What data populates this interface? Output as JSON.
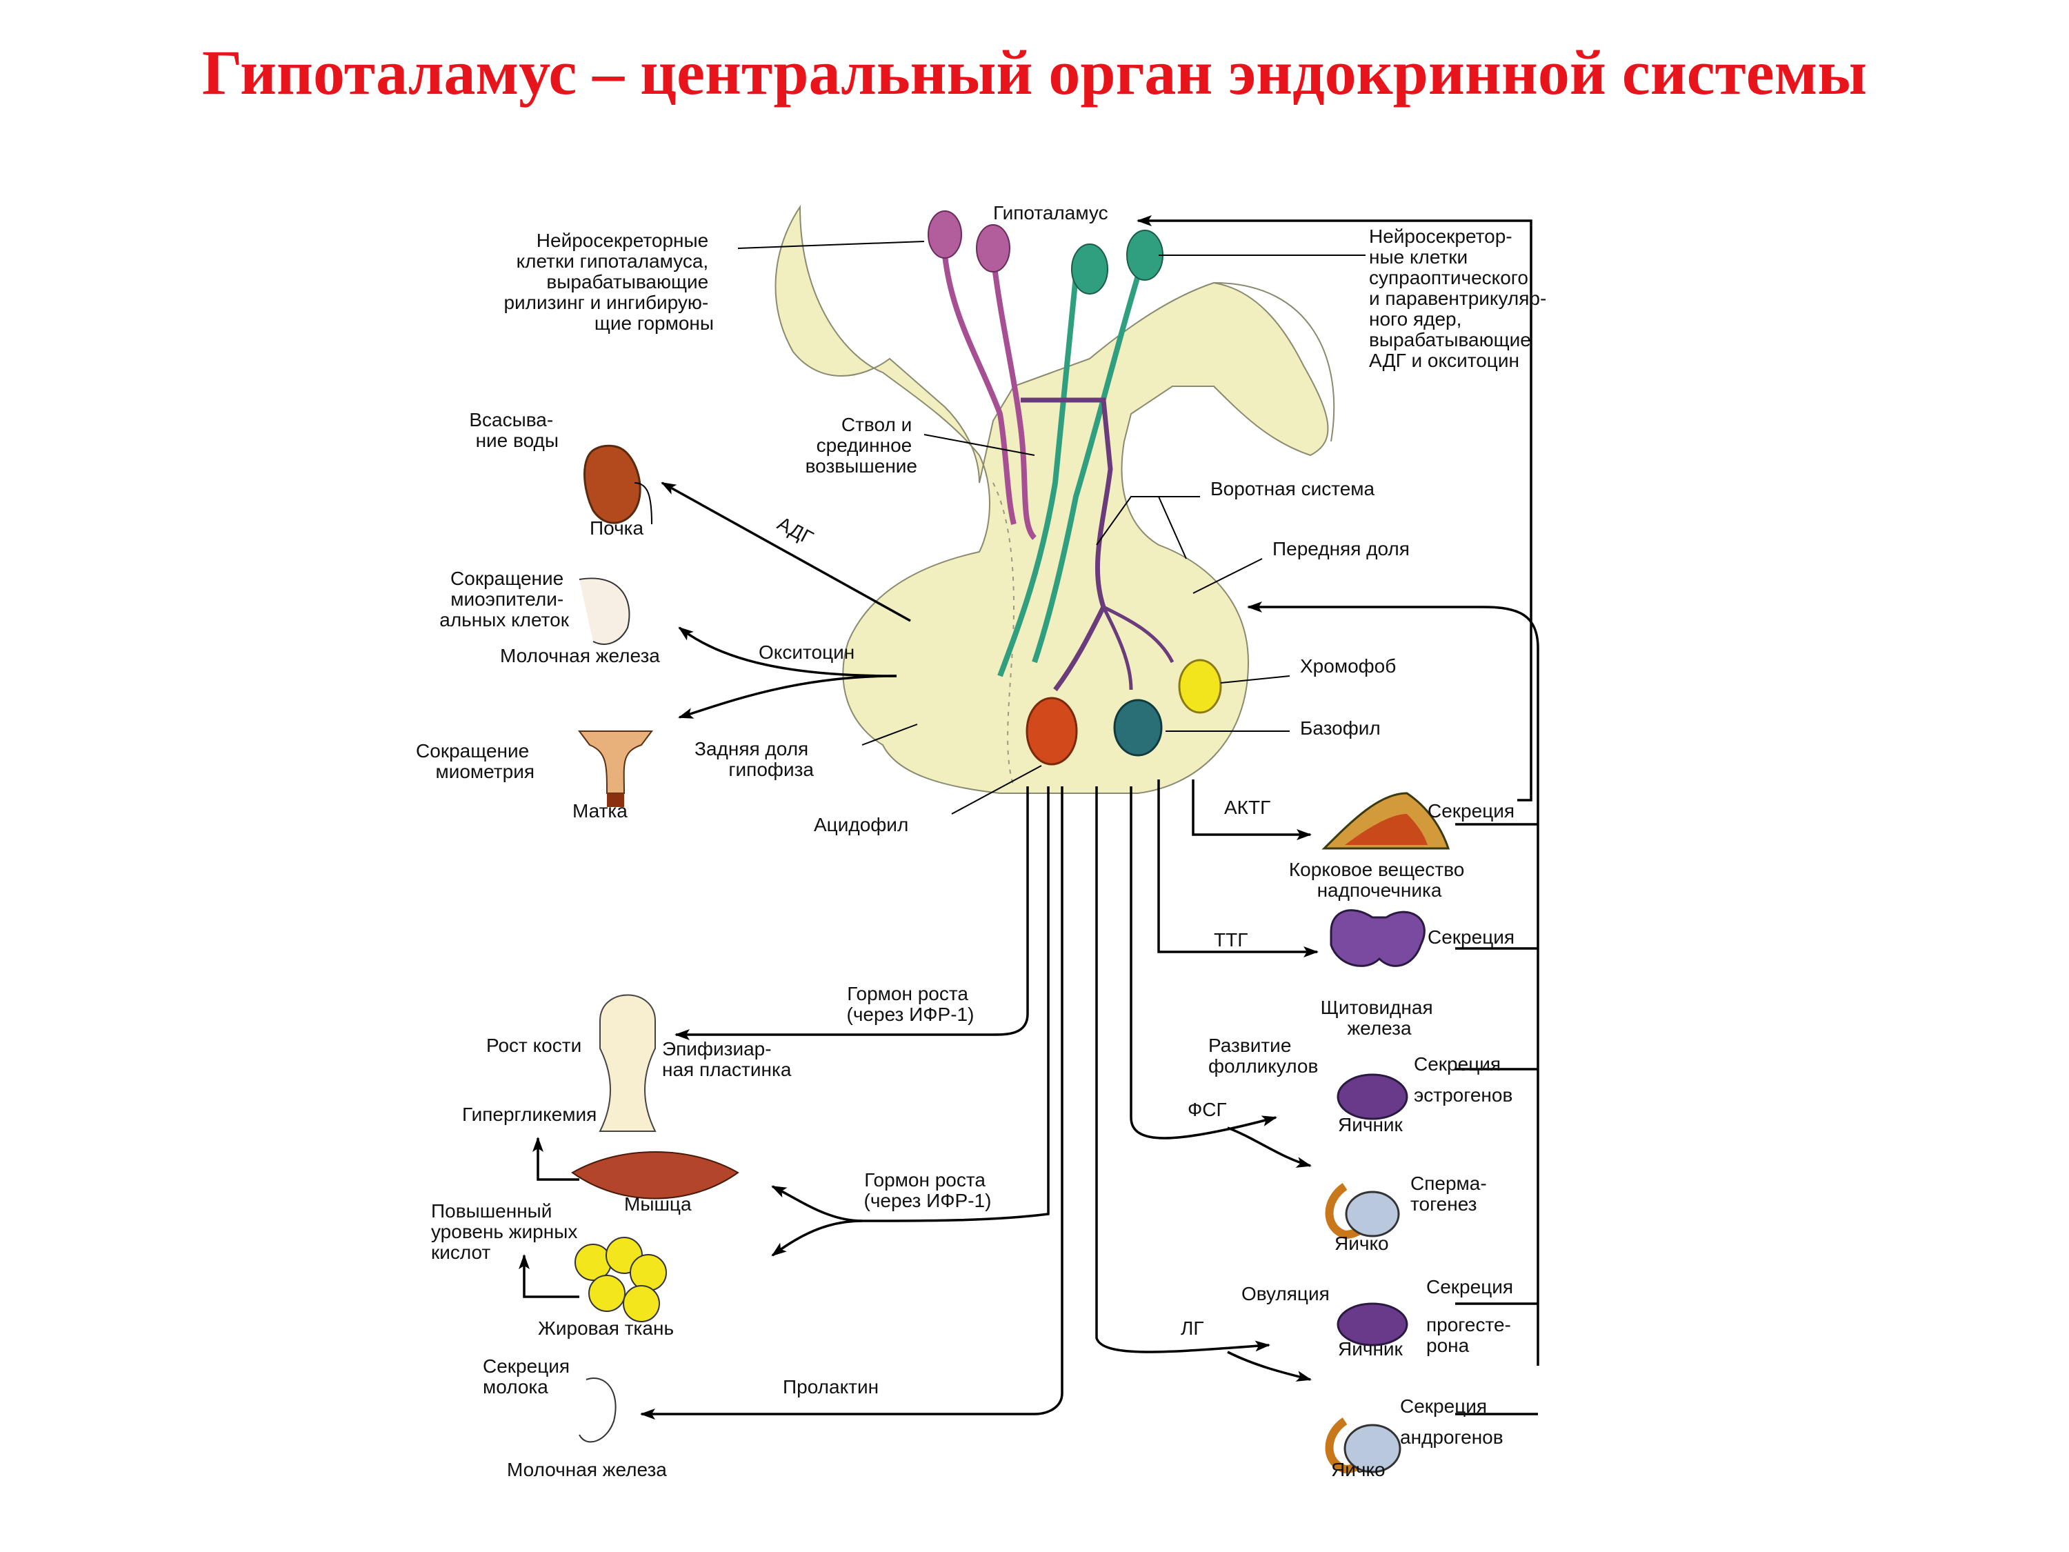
{
  "title": "Гипоталамус – центральный орган эндокринной системы",
  "colors": {
    "title": "#e8141b",
    "tissue": "#f1efbf",
    "purple_neuron": "#a74f93",
    "green_neuron": "#2f9f7f",
    "acidophil": "#d24a1c",
    "chromophobe": "#f2e41d",
    "basophil": "#2a6f76",
    "thyroid": "#7a4aa0",
    "fat": "#f4e61c",
    "muscle": "#b2452a"
  },
  "labels": {
    "hypothalamus": "Гипоталамус",
    "neuro_left": [
      "Нейросекреторные",
      "клетки гипоталамуса,",
      "вырабатывающие",
      "рилизинг и ингибирую-",
      "щие гормоны"
    ],
    "neuro_right": [
      "Нейросекретор-",
      "ные клетки",
      "супраоптического",
      "и паравентрикуляр-",
      "ного ядер,",
      "вырабатывающие",
      "АДГ и окситоцин"
    ],
    "stalk": [
      "Ствол и",
      "срединное",
      "возвышение"
    ],
    "portal": "Воротная система",
    "anterior": "Передняя доля",
    "chromophobe": "Хромофоб",
    "basophil": "Базофил",
    "acidophil": "Ацидофил",
    "posterior": [
      "Задняя доля",
      "гипофиза"
    ],
    "water": [
      "Всасыва-",
      "ние воды"
    ],
    "kidney": "Почка",
    "adh": "АДГ",
    "myoepi": [
      "Сокращение",
      "миоэпители-",
      "альных клеток"
    ],
    "mammary1": "Молочная железа",
    "oxytocin": "Окситоцин",
    "myometrium": [
      "Сокращение",
      "миометрия"
    ],
    "uterus": "Матка",
    "acth": "АКТГ",
    "secretion": "Секреция",
    "adrenal": [
      "Корковое вещество",
      "надпочечника"
    ],
    "tsh": "ТТГ",
    "thyroid": [
      "Щитовидная",
      "железа"
    ],
    "follicle": [
      "Развитие",
      "фолликулов"
    ],
    "estrogen": [
      "Секреция",
      "эстрогенов"
    ],
    "fsh": "ФСГ",
    "ovary": "Яичник",
    "spermato": [
      "Сперма-",
      "тогенез"
    ],
    "testis": "Яичко",
    "ovulation": "Овуляция",
    "progest": [
      "Секреция",
      "прогесте-",
      "рона"
    ],
    "lh": "ЛГ",
    "androgen": [
      "Секреция",
      "андрогенов"
    ],
    "gh1": [
      "Гормон роста",
      "(через ИФР-1)"
    ],
    "bone_growth": "Рост кости",
    "epiphysis": [
      "Эпифизиар-",
      "ная пластинка"
    ],
    "hyperglycemia": "Гипергликемия",
    "muscle": "Мышца",
    "gh2": [
      "Гормон роста",
      "(через ИФР-1)"
    ],
    "fatty": [
      "Повышенный",
      "уровень жирных",
      "кислот"
    ],
    "adipose": "Жировая ткань",
    "milk": [
      "Секреция",
      "молока"
    ],
    "prolactin": "Пролактин",
    "mammary2": "Молочная железа"
  }
}
